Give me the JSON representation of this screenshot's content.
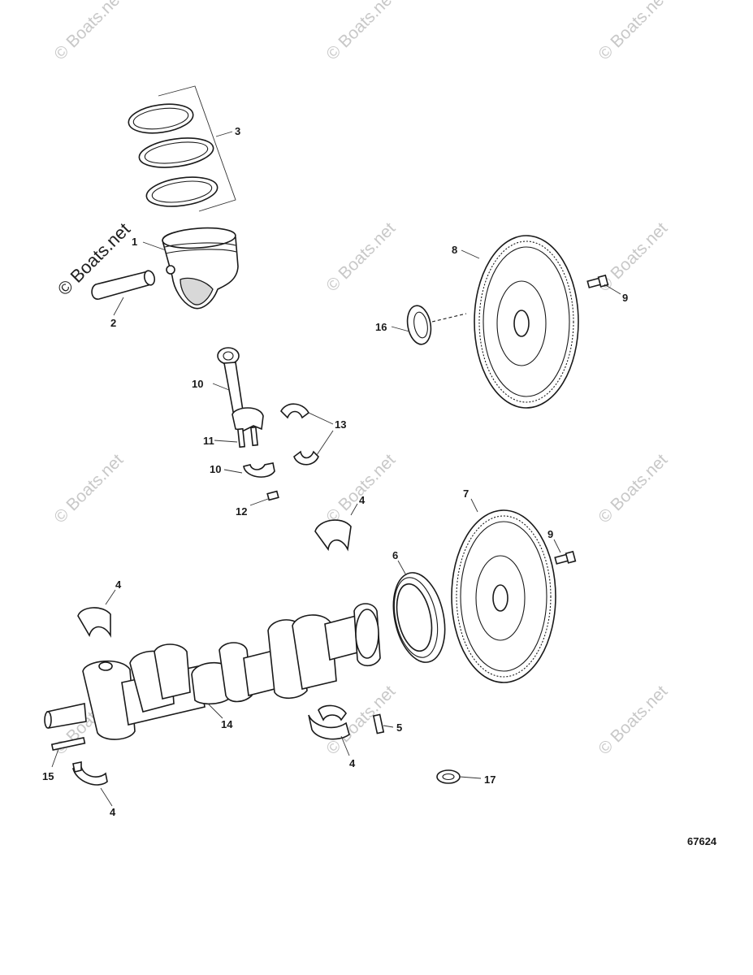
{
  "diagram": {
    "figure_number": "67624",
    "watermark": "© Boats.net",
    "callouts": [
      "1",
      "2",
      "3",
      "4",
      "4",
      "4",
      "4",
      "5",
      "6",
      "7",
      "8",
      "9",
      "9",
      "10",
      "10",
      "11",
      "12",
      "13",
      "14",
      "15",
      "16",
      "17"
    ],
    "parts": [
      {
        "id": "piston-rings",
        "callout": "3"
      },
      {
        "id": "piston",
        "callout": "1"
      },
      {
        "id": "piston-pin",
        "callout": "2"
      },
      {
        "id": "connecting-rod",
        "callout": "10"
      },
      {
        "id": "rod-bolts",
        "callout": "11"
      },
      {
        "id": "rod-bearing",
        "callout": "13"
      },
      {
        "id": "rod-cap",
        "callout": "10"
      },
      {
        "id": "rod-nut",
        "callout": "12"
      },
      {
        "id": "flywheel-upper",
        "callout": "8"
      },
      {
        "id": "flywheel-bolt-upper",
        "callout": "9"
      },
      {
        "id": "rear-seal-upper",
        "callout": "16"
      },
      {
        "id": "main-bearing",
        "callout": "4"
      },
      {
        "id": "rear-main-seal",
        "callout": "6"
      },
      {
        "id": "flywheel-lower",
        "callout": "7"
      },
      {
        "id": "flywheel-bolt-lower",
        "callout": "9"
      },
      {
        "id": "crankshaft",
        "callout": "14"
      },
      {
        "id": "dowel-pin",
        "callout": "5"
      },
      {
        "id": "key",
        "callout": "15"
      },
      {
        "id": "washer",
        "callout": "17"
      }
    ]
  }
}
